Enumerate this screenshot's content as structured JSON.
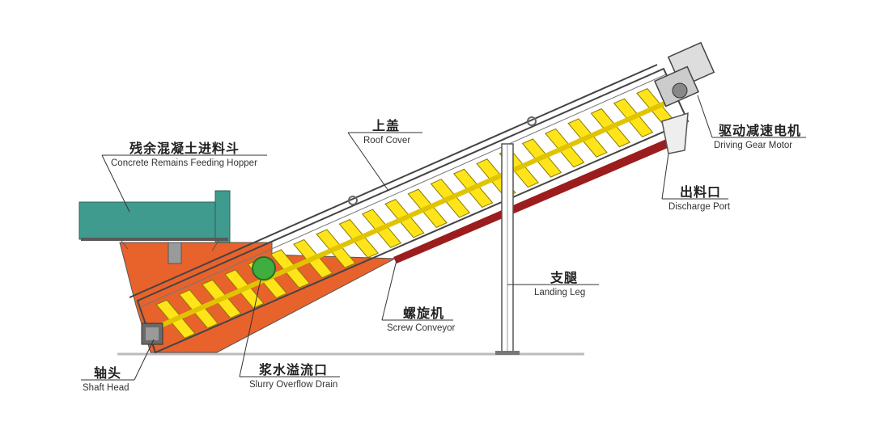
{
  "labels": {
    "hopper": {
      "zh": "残余混凝土进料斗",
      "en": "Concrete Remains Feeding Hopper"
    },
    "roof_cover": {
      "zh": "上盖",
      "en": "Roof Cover"
    },
    "motor": {
      "zh": "驱动减速电机",
      "en": "Driving Gear Motor"
    },
    "discharge": {
      "zh": "出料口",
      "en": "Discharge Port"
    },
    "landing_leg": {
      "zh": "支腿",
      "en": "Landing Leg"
    },
    "screw": {
      "zh": "螺旋机",
      "en": "Screw Conveyor"
    },
    "shaft_head": {
      "zh": "轴头",
      "en": "Shaft Head"
    },
    "overflow": {
      "zh": "浆水溢流口",
      "en": "Slurry Overflow Drain"
    }
  },
  "colors": {
    "hopper": "#3e9b8e",
    "tank": "#e8622c",
    "screw": "#ffe41a",
    "discharge_bar": "#9c1d1d",
    "drain": "#3fae3f",
    "outline": "#444444"
  }
}
